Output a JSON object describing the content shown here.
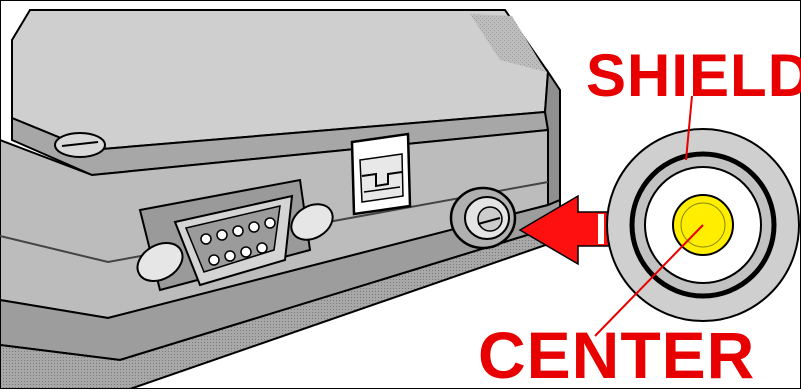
{
  "labels": {
    "shield": "SHIELD",
    "center": "CENTER"
  },
  "colors": {
    "label_red": "#e80000",
    "arrow_red": "#ff1010",
    "center_pin": "#ffee00",
    "device_gray": "#b9b9b9"
  },
  "icons": {
    "device": "serial-adapter-device",
    "db9": "db9-serial-connector",
    "rj": "modular-phone-jack",
    "coax": "coaxial-power-jack",
    "arrow": "left-pointing-arrow"
  }
}
